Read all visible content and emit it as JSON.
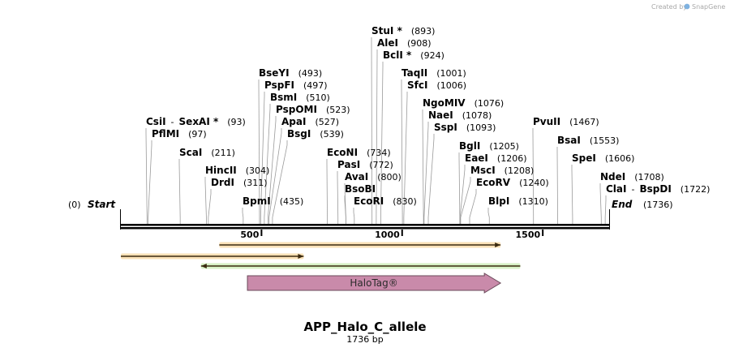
{
  "credit_text": "Created by",
  "credit_brand": "SnapGene",
  "sequence": {
    "name": "APP_Halo_C_allele",
    "length_label": "1736 bp",
    "length": 1736
  },
  "ends": {
    "start_label": "Start",
    "start_pos": "(0)",
    "end_label": "End",
    "end_pos": "(1736)"
  },
  "ruler_ticks": [
    {
      "value": 500,
      "label": "500"
    },
    {
      "value": 1000,
      "label": "1000"
    },
    {
      "value": 1500,
      "label": "1500"
    }
  ],
  "sites": [
    {
      "name": "CsiI",
      "extra": "SexAI *",
      "position": 93,
      "pos_label": "(93)"
    },
    {
      "name": "PflMI",
      "position": 97,
      "pos_label": "(97)"
    },
    {
      "name": "ScaI",
      "position": 211,
      "pos_label": "(211)"
    },
    {
      "name": "HincII",
      "position": 304,
      "pos_label": "(304)"
    },
    {
      "name": "DrdI",
      "position": 311,
      "pos_label": "(311)"
    },
    {
      "name": "BpmI",
      "position": 435,
      "pos_label": "(435)"
    },
    {
      "name": "BseYI",
      "position": 493,
      "pos_label": "(493)"
    },
    {
      "name": "PspFI",
      "position": 497,
      "pos_label": "(497)"
    },
    {
      "name": "BsmI",
      "position": 510,
      "pos_label": "(510)"
    },
    {
      "name": "PspOMI",
      "position": 523,
      "pos_label": "(523)"
    },
    {
      "name": "ApaI",
      "position": 527,
      "pos_label": "(527)"
    },
    {
      "name": "BsgI",
      "position": 539,
      "pos_label": "(539)"
    },
    {
      "name": "EcoNI",
      "position": 734,
      "pos_label": "(734)"
    },
    {
      "name": "PasI",
      "position": 772,
      "pos_label": "(772)"
    },
    {
      "name": "AvaI",
      "position": 800,
      "pos_label": "(800)"
    },
    {
      "name": "BsoBI",
      "position": 800,
      "pos_label": ""
    },
    {
      "name": "EcoRI",
      "position": 830,
      "pos_label": "(830)"
    },
    {
      "name": "StuI *",
      "position": 893,
      "pos_label": "(893)"
    },
    {
      "name": "AleI",
      "position": 908,
      "pos_label": "(908)"
    },
    {
      "name": "BclI *",
      "position": 924,
      "pos_label": "(924)"
    },
    {
      "name": "TaqII",
      "position": 1001,
      "pos_label": "(1001)"
    },
    {
      "name": "SfcI",
      "position": 1006,
      "pos_label": "(1006)"
    },
    {
      "name": "NgoMIV",
      "position": 1076,
      "pos_label": "(1076)"
    },
    {
      "name": "NaeI",
      "position": 1078,
      "pos_label": "(1078)"
    },
    {
      "name": "SspI",
      "position": 1093,
      "pos_label": "(1093)"
    },
    {
      "name": "BglI",
      "position": 1205,
      "pos_label": "(1205)"
    },
    {
      "name": "EaeI",
      "position": 1206,
      "pos_label": "(1206)"
    },
    {
      "name": "MscI",
      "position": 1208,
      "pos_label": "(1208)"
    },
    {
      "name": "EcoRV",
      "position": 1240,
      "pos_label": "(1240)"
    },
    {
      "name": "BlpI",
      "position": 1310,
      "pos_label": "(1310)"
    },
    {
      "name": "PvuII",
      "position": 1467,
      "pos_label": "(1467)"
    },
    {
      "name": "BsaI",
      "position": 1553,
      "pos_label": "(1553)"
    },
    {
      "name": "SpeI",
      "position": 1606,
      "pos_label": "(1606)"
    },
    {
      "name": "NdeI",
      "position": 1708,
      "pos_label": "(1708)"
    },
    {
      "name": "ClaI",
      "extra": "BspDI",
      "position": 1722,
      "pos_label": "(1722)"
    }
  ],
  "features": [
    {
      "type": "primer",
      "start": 350,
      "end": 1350,
      "direction": "forward",
      "color": "#f0a830"
    },
    {
      "type": "primer",
      "start": 0,
      "end": 650,
      "direction": "forward",
      "color": "#f0a830"
    },
    {
      "type": "primer",
      "start": 285,
      "end": 1420,
      "direction": "reverse",
      "color": "#8cd65a"
    },
    {
      "type": "cds",
      "label": "HaloTag®",
      "start": 450,
      "end": 1350,
      "direction": "forward",
      "color": "#c98aaa"
    }
  ]
}
